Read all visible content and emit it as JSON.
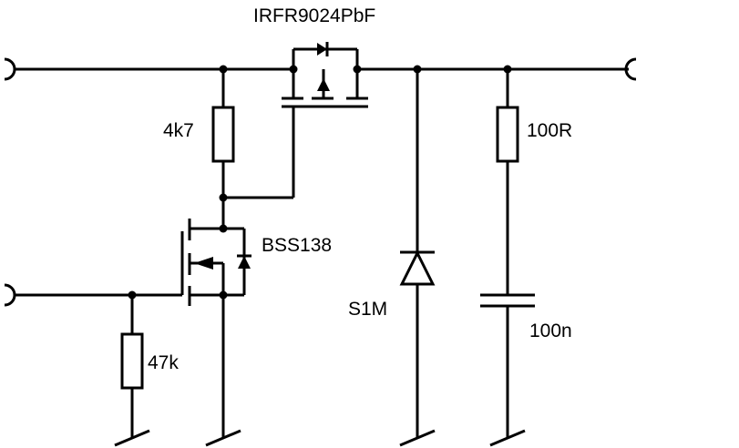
{
  "labels": {
    "q1": "IRFR9024PbF",
    "r1": "4k7",
    "q2": "BSS138",
    "r2": "47k",
    "d1": "S1M",
    "r3": "100R",
    "c1": "100n"
  },
  "colors": {
    "ink": "#000000",
    "background": "#ffffff"
  }
}
